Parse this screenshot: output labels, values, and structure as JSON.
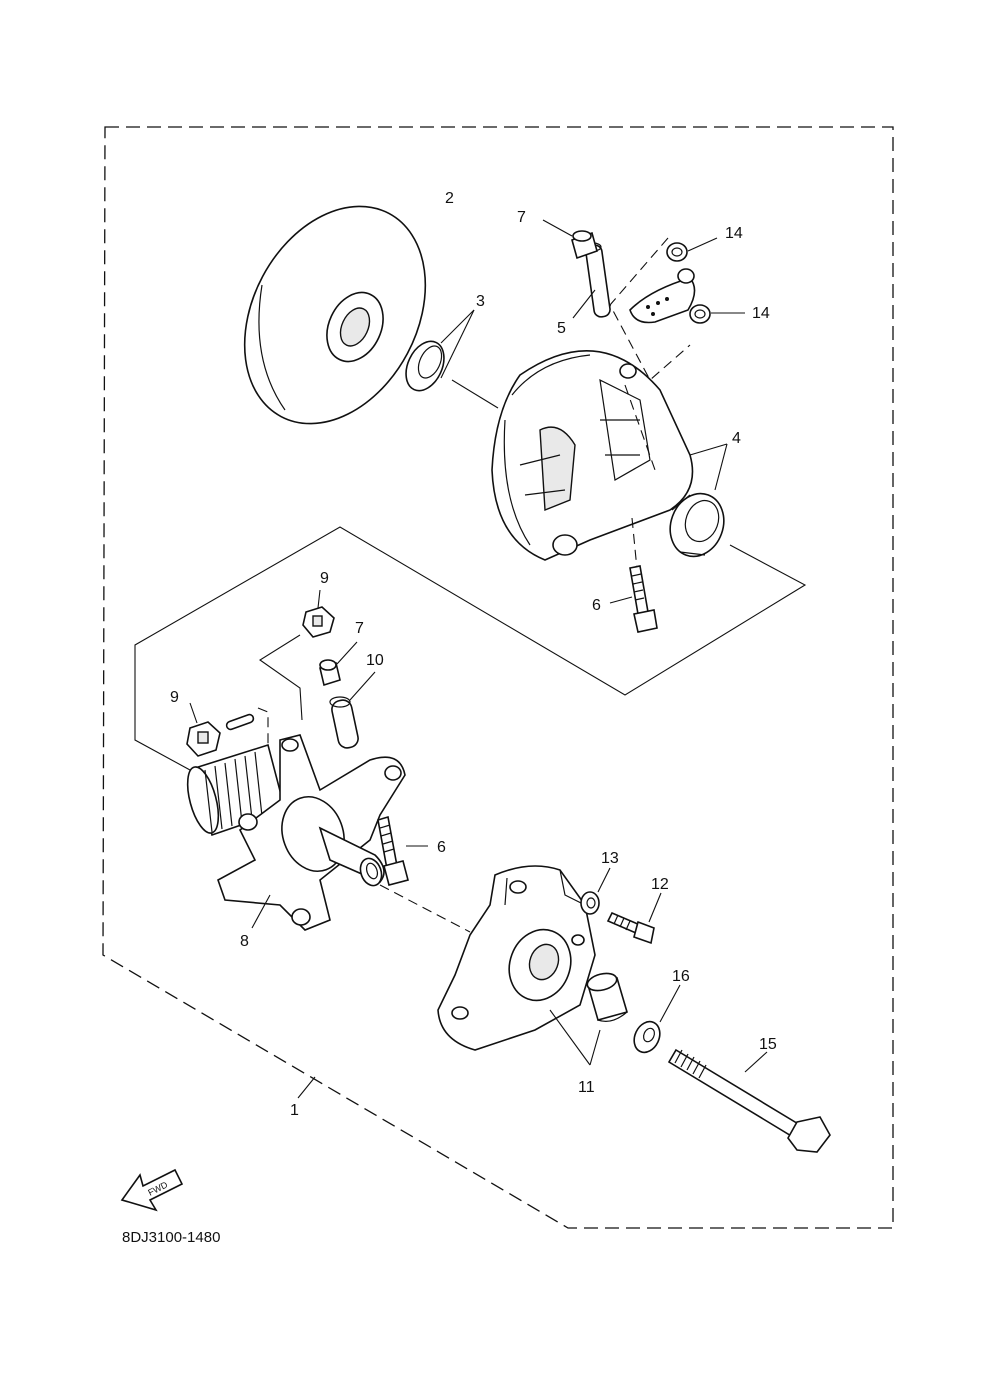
{
  "diagram": {
    "code": "8DJ3100-1480",
    "fwd_label": "FWD",
    "callouts": {
      "c1": "1",
      "c2": "2",
      "c3": "3",
      "c4": "4",
      "c5": "5",
      "c6a": "6",
      "c6b": "6",
      "c7a": "7",
      "c7b": "7",
      "c8": "8",
      "c9a": "9",
      "c9b": "9",
      "c10": "10",
      "c11": "11",
      "c12": "12",
      "c13": "13",
      "c14a": "14",
      "c14b": "14",
      "c15": "15",
      "c16": "16"
    }
  }
}
